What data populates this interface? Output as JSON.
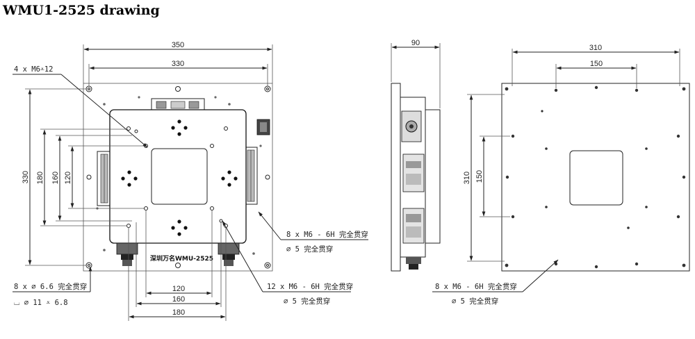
{
  "title": "WMU1-2525 drawing",
  "front_view": {
    "dims": {
      "width_350": "350",
      "width_330": "330",
      "height_330": "330",
      "height_180": "180",
      "height_160": "160",
      "height_120": "120",
      "bottom_120": "120",
      "bottom_160": "160",
      "bottom_180": "180"
    },
    "brand_label": "深圳万名WMU-2525",
    "notes": {
      "top_left_hole": "4 x M6⩡12",
      "right_holes_line1": "8 x  M6 - 6H 完全贯穿",
      "right_holes_line2": "∅ 5 完全贯穿",
      "bottom_holes_line1": "12 x  M6 - 6H 完全贯穿",
      "bottom_holes_line2": "∅ 5 完全贯穿",
      "mount_holes_line1": "8 x ∅ 6.6 完全贯穿",
      "mount_holes_line2": "⌴ ∅ 11 ⩡ 6.8"
    }
  },
  "side_view": {
    "dims": {
      "depth_90": "90"
    }
  },
  "back_view": {
    "dims": {
      "width_310": "310",
      "width_150": "150",
      "height_310": "310",
      "height_150": "150"
    },
    "notes": {
      "holes_line1": "8 x  M6 - 6H 完全贯穿",
      "holes_line2": "∅ 5 完全贯穿"
    }
  }
}
